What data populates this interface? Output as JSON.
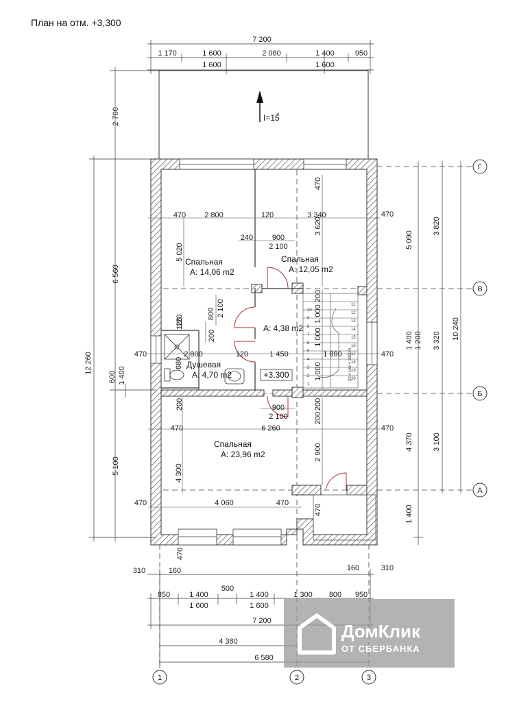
{
  "title": "План на отм. +3,300",
  "slope_label": "I=15",
  "slope_degree": "0",
  "level_mark": "+3,300",
  "rooms": [
    {
      "name": "Спальная",
      "area": "A: 14,06 m2"
    },
    {
      "name": "Спальная",
      "area": "A: 12,05 m2"
    },
    {
      "name": "",
      "area": "A: 4,38 m2"
    },
    {
      "name": "Душевая",
      "area": "A: 4,70 m2"
    },
    {
      "name": "Спальная",
      "area": "A: 23,96 m2"
    }
  ],
  "axes": {
    "rows": [
      "Г",
      "В",
      "Б",
      "А"
    ],
    "cols": [
      "1",
      "2",
      "3"
    ]
  },
  "dims": {
    "top_total": "7 200",
    "top_row1": [
      "1 170",
      "1 600",
      "2 080",
      "1 400",
      "950"
    ],
    "top_row2": [
      "1 600",
      "1 600"
    ],
    "left_outer": [
      "2 700",
      "12 260"
    ],
    "left_mid": [
      "6 560",
      "5 100"
    ],
    "left_inner": [
      "600",
      "1 400"
    ],
    "right_outer": "10 240",
    "right_mid": [
      "5 090",
      "1 400",
      "4 370",
      "1 400"
    ],
    "right_inner": [
      "3 820",
      "1 200",
      "3 320",
      "3 100"
    ],
    "interior": [
      "470",
      "2 800",
      "120",
      "3 340",
      "470",
      "5 020",
      "3 620",
      "240",
      "900",
      "2 100",
      "470",
      "800",
      "2 100",
      "200",
      "120",
      "1 000",
      "1 000",
      "1 000",
      "470",
      "2 800",
      "120",
      "1 450",
      "1 890",
      "470",
      "680",
      "200",
      "900",
      "2 100",
      "200",
      "470",
      "6 260",
      "470",
      "2 900",
      "4 300",
      "470",
      "4 060",
      "470",
      "470",
      "120",
      "200",
      "200",
      "470"
    ],
    "bottom_small": [
      "310",
      "160",
      "160",
      "310"
    ],
    "bottom_row1": [
      "850",
      "1 400",
      "500",
      "1 400",
      "1 300",
      "800",
      "950"
    ],
    "bottom_row2": [
      "1 600",
      "1 600"
    ],
    "bottom_total": "7 200",
    "bottom_4380": "4 380",
    "bottom_6580": "6 580"
  },
  "stair_label": "20 x 165 = 3300m",
  "stair_nums": [
    "1",
    "2",
    "3",
    "4",
    "5",
    "6",
    "7",
    "8",
    "9",
    "10",
    "11",
    "12",
    "13",
    "14",
    "15",
    "16",
    "17",
    "18",
    "19",
    "20"
  ],
  "watermark": {
    "name": "ДомКлик",
    "sub": "ОТ СБЕРБАНКА"
  }
}
